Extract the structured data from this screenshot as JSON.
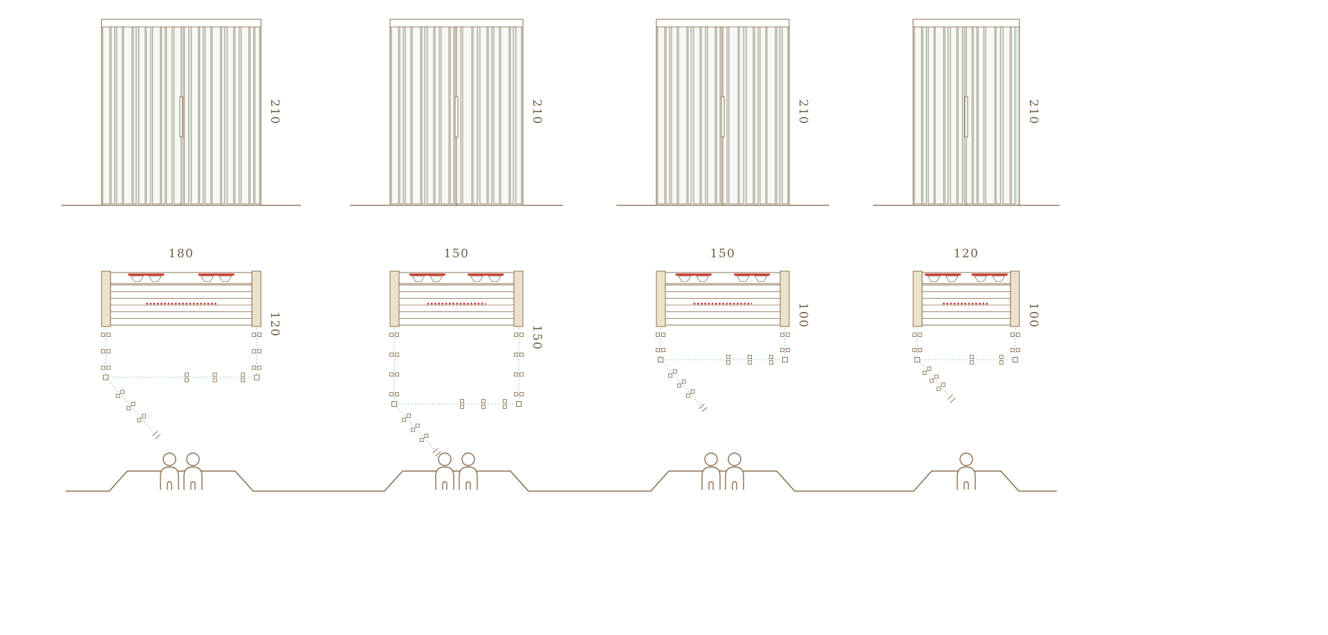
{
  "diagram": {
    "type": "product-dimension-diagram",
    "subject": "slatted-front cabin size variants: front elevations, plan views with door swing, and seating capacity",
    "units": "cm",
    "colors": {
      "outline": "#8a6e4e",
      "wood_fill": "#ece2cb",
      "glass": "#dcebe8",
      "heater_red": "#c8372d",
      "layout_dash": "#b5d8da",
      "text": "#6e5b43"
    },
    "variants": [
      {
        "name": "variant-180x120",
        "width_cm": 180,
        "depth_cm": 120,
        "height_cm": 210,
        "width_label": "180",
        "depth_label": "120",
        "height_label": "210",
        "seats": 2
      },
      {
        "name": "variant-150x150",
        "width_cm": 150,
        "depth_cm": 150,
        "height_cm": 210,
        "width_label": "150",
        "depth_label": "150",
        "height_label": "210",
        "seats": 2
      },
      {
        "name": "variant-150x100",
        "width_cm": 150,
        "depth_cm": 100,
        "height_cm": 210,
        "width_label": "150",
        "depth_label": "100",
        "height_label": "210",
        "seats": 2
      },
      {
        "name": "variant-120x100",
        "width_cm": 120,
        "depth_cm": 100,
        "height_cm": 210,
        "width_label": "120",
        "depth_label": "100",
        "height_label": "210",
        "seats": 1
      }
    ]
  }
}
